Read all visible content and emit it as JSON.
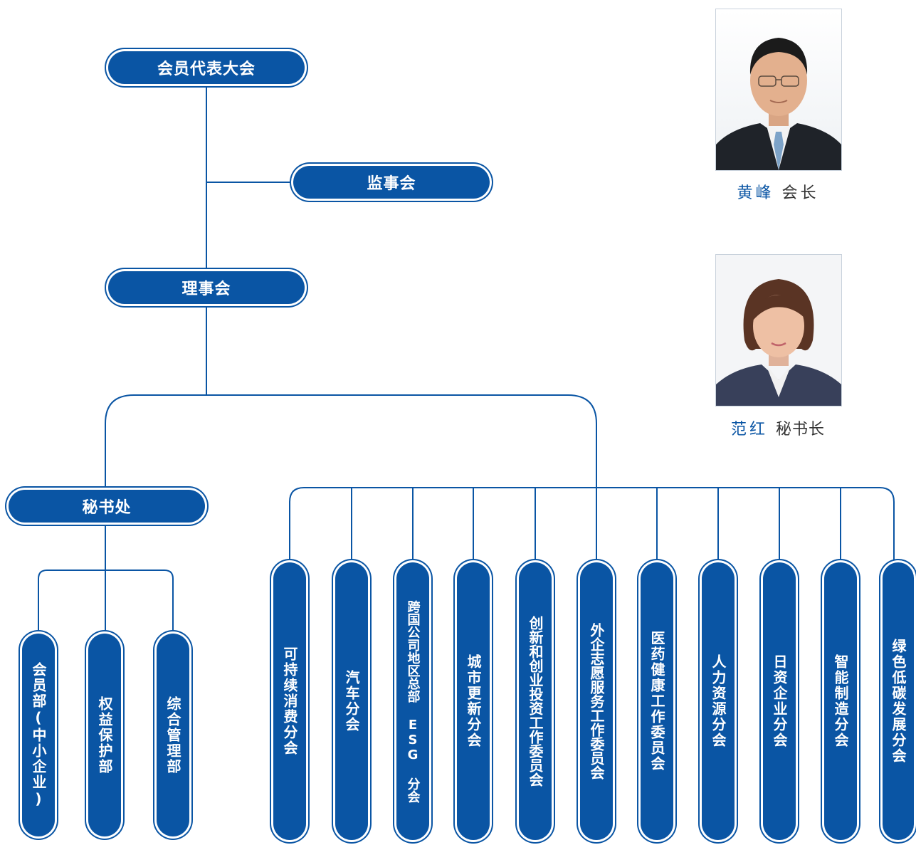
{
  "chart": {
    "top": {
      "general_assembly": "会员代表大会",
      "supervisory_board": "监事会",
      "council": "理事会",
      "secretariat": "秘书处"
    },
    "departments": [
      "会员部(中小企业)",
      "权益保护部",
      "综合管理部"
    ],
    "branches": [
      "可持续消费分会",
      "汽车分会",
      "跨国公司地区总部 ESG 分会",
      "城市更新分会",
      "创新和创业投资工作委员会",
      "外企志愿服务工作委员会",
      "医药健康工作委员会",
      "人力资源分会",
      "日资企业分会",
      "智能制造分会",
      "绿色低碳发展分会"
    ]
  },
  "leaders": [
    {
      "name": "黄峰",
      "title": "会长"
    },
    {
      "name": "范红",
      "title": "秘书长"
    }
  ],
  "colors": {
    "accent": "#0a55a4",
    "line": "#0a55a4"
  }
}
